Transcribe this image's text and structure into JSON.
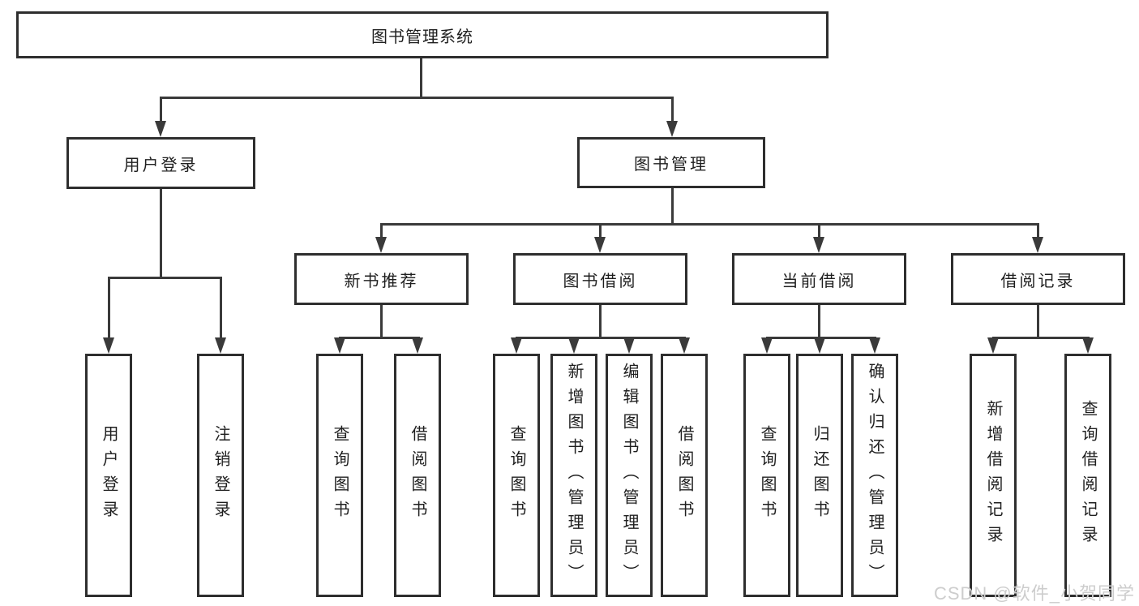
{
  "root": {
    "label": "图书管理系统"
  },
  "branches": {
    "login": {
      "label": "用户登录",
      "leaves": [
        {
          "label": "用户登录"
        },
        {
          "label": "注销登录"
        }
      ]
    },
    "manage": {
      "label": "图书管理",
      "groups": [
        {
          "label": "新书推荐",
          "leaves": [
            {
              "label": "查询图书"
            },
            {
              "label": "借阅图书"
            }
          ]
        },
        {
          "label": "图书借阅",
          "leaves": [
            {
              "label": "查询图书"
            },
            {
              "label": "新增图书（管理员）"
            },
            {
              "label": "编辑图书（管理员）"
            },
            {
              "label": "借阅图书"
            }
          ]
        },
        {
          "label": "当前借阅",
          "leaves": [
            {
              "label": "查询图书"
            },
            {
              "label": "归还图书"
            },
            {
              "label": "确认归还（管理员）"
            }
          ]
        },
        {
          "label": "借阅记录",
          "leaves": [
            {
              "label": "新增借阅记录"
            },
            {
              "label": "查询借阅记录"
            }
          ]
        }
      ]
    }
  },
  "watermark": {
    "text": "CSDN @软件_小贺同学"
  },
  "colors": {
    "line": "#3a3a3a",
    "box_border": "#2e2e2e",
    "text": "#1f1f1f",
    "watermark": "#cdcdcd",
    "background": "#ffffff"
  }
}
